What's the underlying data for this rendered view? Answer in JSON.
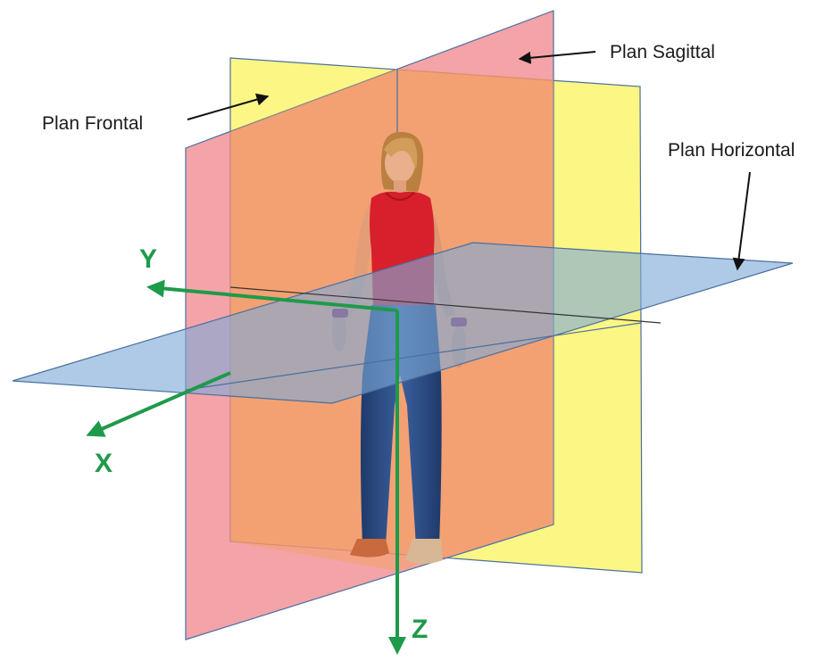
{
  "labels": {
    "sagittal": "Plan Sagittal",
    "frontal": "Plan Frontal",
    "horizontal": "Plan Horizontal"
  },
  "axes": {
    "x": "X",
    "y": "Y",
    "z": "Z"
  },
  "colors": {
    "sagittal_plane": "#f07f86",
    "frontal_plane": "#fbf46f",
    "horizontal_plane": "#7ea9d6",
    "plane_edge": "#4a6fa0",
    "axis": "#1e9a4b",
    "shirt": "#d81f2c",
    "jeans": "#2c4d86",
    "skin": "#e8a682",
    "hair": "#c99355"
  },
  "icons": {
    "figure": "human-figure"
  }
}
